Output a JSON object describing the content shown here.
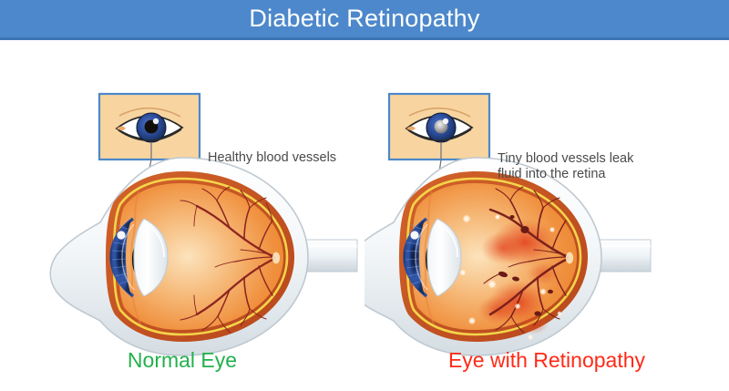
{
  "header": {
    "title": "Diabetic Retinopathy",
    "background_color": "#4C88CB",
    "text_color": "#FFFFFF"
  },
  "panels": [
    {
      "id": "normal",
      "caption": "Normal Eye",
      "caption_color": "#22B14C",
      "annotation": "Healthy blood vessels",
      "annotation_color": "#4A4A4A",
      "inset_label": "front-view-eye-normal",
      "pupil_appearance": "clear black pupil",
      "vessels": "thin branching retinal blood vessels, dark red"
    },
    {
      "id": "retinopathy",
      "caption": "Eye with Retinopathy",
      "caption_color": "#FF2A16",
      "annotation": "Tiny blood vessels leak\nfluid into the retina",
      "annotation_color": "#4A4A4A",
      "inset_label": "front-view-eye-retinopathy",
      "pupil_appearance": "cloudy gray pupil",
      "vessels": "leaking blood vessels with hemorrhages, microaneurysms and white exudates"
    }
  ],
  "colors": {
    "banner_blue": "#4C88CB",
    "banner_blue_dark": "#3D74B4",
    "inset_border": "#4C88CB",
    "inset_fill": "#F8D5A0",
    "sclera_white": "#FFFFFF",
    "sclera_gray": "#C9D2D8",
    "choroid_orange": "#C85A28",
    "retina_yellow": "#F5D44A",
    "vitreous_orange": "#F08B3C",
    "vitreous_light": "#FAD9A8",
    "vessel_red": "#8E2520",
    "hemorrhage_red": "#E23A17",
    "exudate_white": "#FFFFFF",
    "iris_blue": "#2B4C9B",
    "leader_line": "#6E7478",
    "text_gray": "#4A4A4A",
    "green": "#22B14C",
    "red": "#FF2A16"
  }
}
